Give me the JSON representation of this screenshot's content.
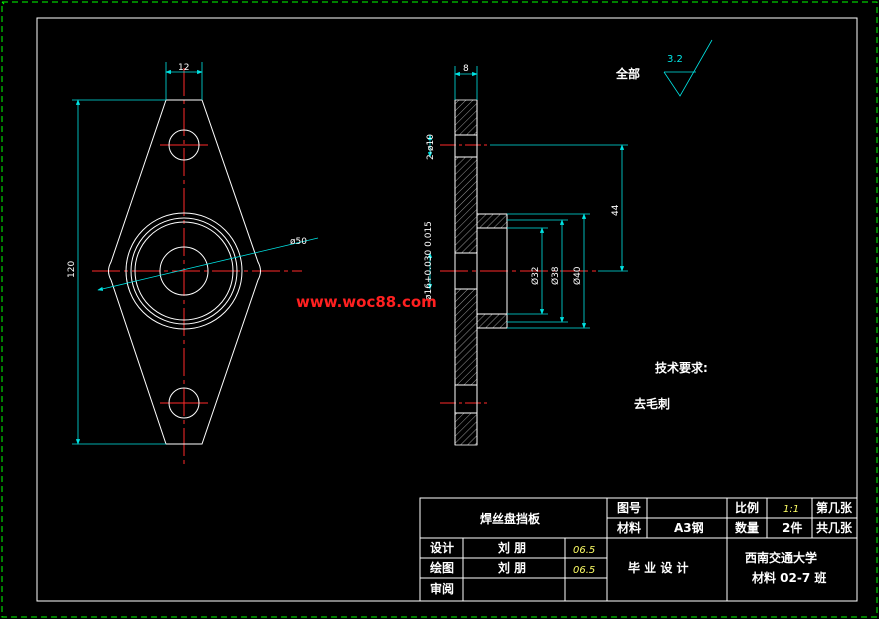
{
  "dimensions": {
    "width_12": "12",
    "height_120": "120",
    "dia_50": "ø50",
    "thickness_8": "8",
    "holes": "2-ø10",
    "bore_tol": "ø16+0.030 0.015",
    "offset_44": "44",
    "dia_32": "Ø32",
    "dia_38": "Ø38",
    "dia_40": "Ø40"
  },
  "surface_roughness": {
    "label": "全部",
    "value": "3.2"
  },
  "watermark": "www.woc88.com",
  "technical_requirements": {
    "heading": "技术要求:",
    "item": "去毛刺"
  },
  "title_block": {
    "part_name": "焊丝盘挡板",
    "drawing_no_label": "图号",
    "material_label": "材料",
    "material_value": "A3钢",
    "scale_label": "比例",
    "scale_value": "1:1",
    "sheet_no_label": "第几张",
    "quantity_label": "数量",
    "quantity_value": "2件",
    "total_sheets_label": "共几张",
    "design_label": "设计",
    "design_name": "刘 朋",
    "design_date": "06.5",
    "draft_label": "绘图",
    "draft_name": "刘 朋",
    "draft_date": "06.5",
    "review_label": "审阅",
    "project_title": "毕 业 设 计",
    "school": "西南交通大学",
    "class_name": "材料 02-7 班"
  },
  "colors": {
    "background": "#000000",
    "outline": "#ffffff",
    "border": "#00ff00",
    "dimension": "#00e5e5",
    "centerline": "#ff2a2a",
    "watermark": "#ff2020"
  }
}
